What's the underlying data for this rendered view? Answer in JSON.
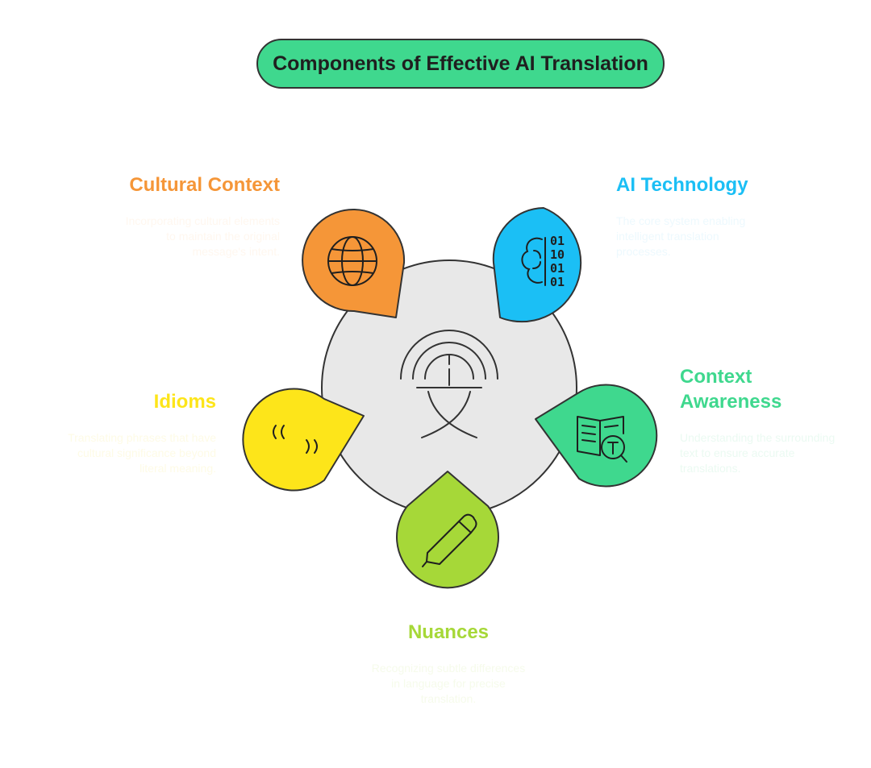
{
  "title": "Components of Effective AI Translation",
  "colors": {
    "cultural": "#f59638",
    "ai": "#1bbff5",
    "context": "#3fd88e",
    "nuances": "#a6d838",
    "idioms": "#fde51a",
    "hub": "#e8e8e8",
    "outline": "#333333"
  },
  "components": [
    {
      "id": "cultural",
      "label": "Cultural Context",
      "description": "Incorporating cultural elements\nto maintain the original\nmessage's intent.",
      "icon": "globe-icon"
    },
    {
      "id": "ai",
      "label": "AI Technology",
      "description": "The core system enabling\nintelligent translation\nprocesses.",
      "icon": "brain-binary-icon"
    },
    {
      "id": "context",
      "label": "Context\nAwareness",
      "description": "Understanding the surrounding\ntext to ensure accurate\ntranslations.",
      "icon": "book-search-icon"
    },
    {
      "id": "nuances",
      "label": "Nuances",
      "description": "Recognizing subtle differences\nin language for precise\ntranslation.",
      "icon": "pen-icon"
    },
    {
      "id": "idioms",
      "label": "Idioms",
      "description": "Translating phrases that have\ncultural significance beyond\nliteral meaning.",
      "icon": "quotes-icon"
    }
  ],
  "hub_icon": "translation-character-icon"
}
